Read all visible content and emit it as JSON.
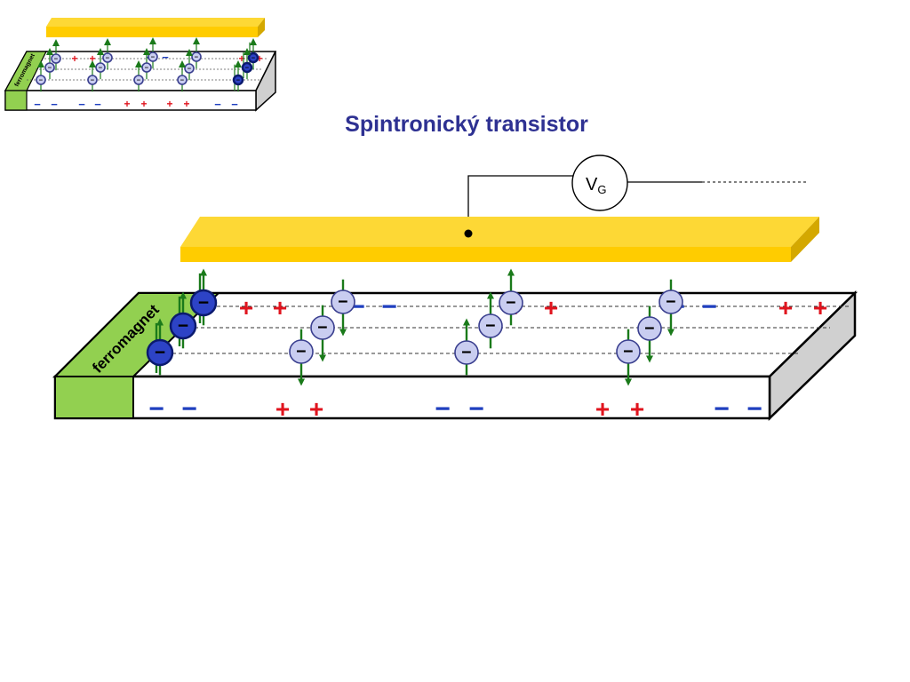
{
  "title": "Spintronický transistor",
  "gate_voltage": {
    "symbol": "V",
    "subscript": "G"
  },
  "ferromagnet_label": "ferromagnet",
  "minus_sign": "−",
  "plus_sign": "+",
  "colors": {
    "title": "#2e3192",
    "gate": "#fdd835",
    "gate_dark": "#d4a800",
    "ferromagnet": "#92d050",
    "minus_charge": "#1f3fbf",
    "plus_charge": "#e0141e",
    "spin_arrow": "#1a7a1a",
    "electron_fm": "#2d43c6",
    "electron_channel": "#c9cdf0"
  }
}
